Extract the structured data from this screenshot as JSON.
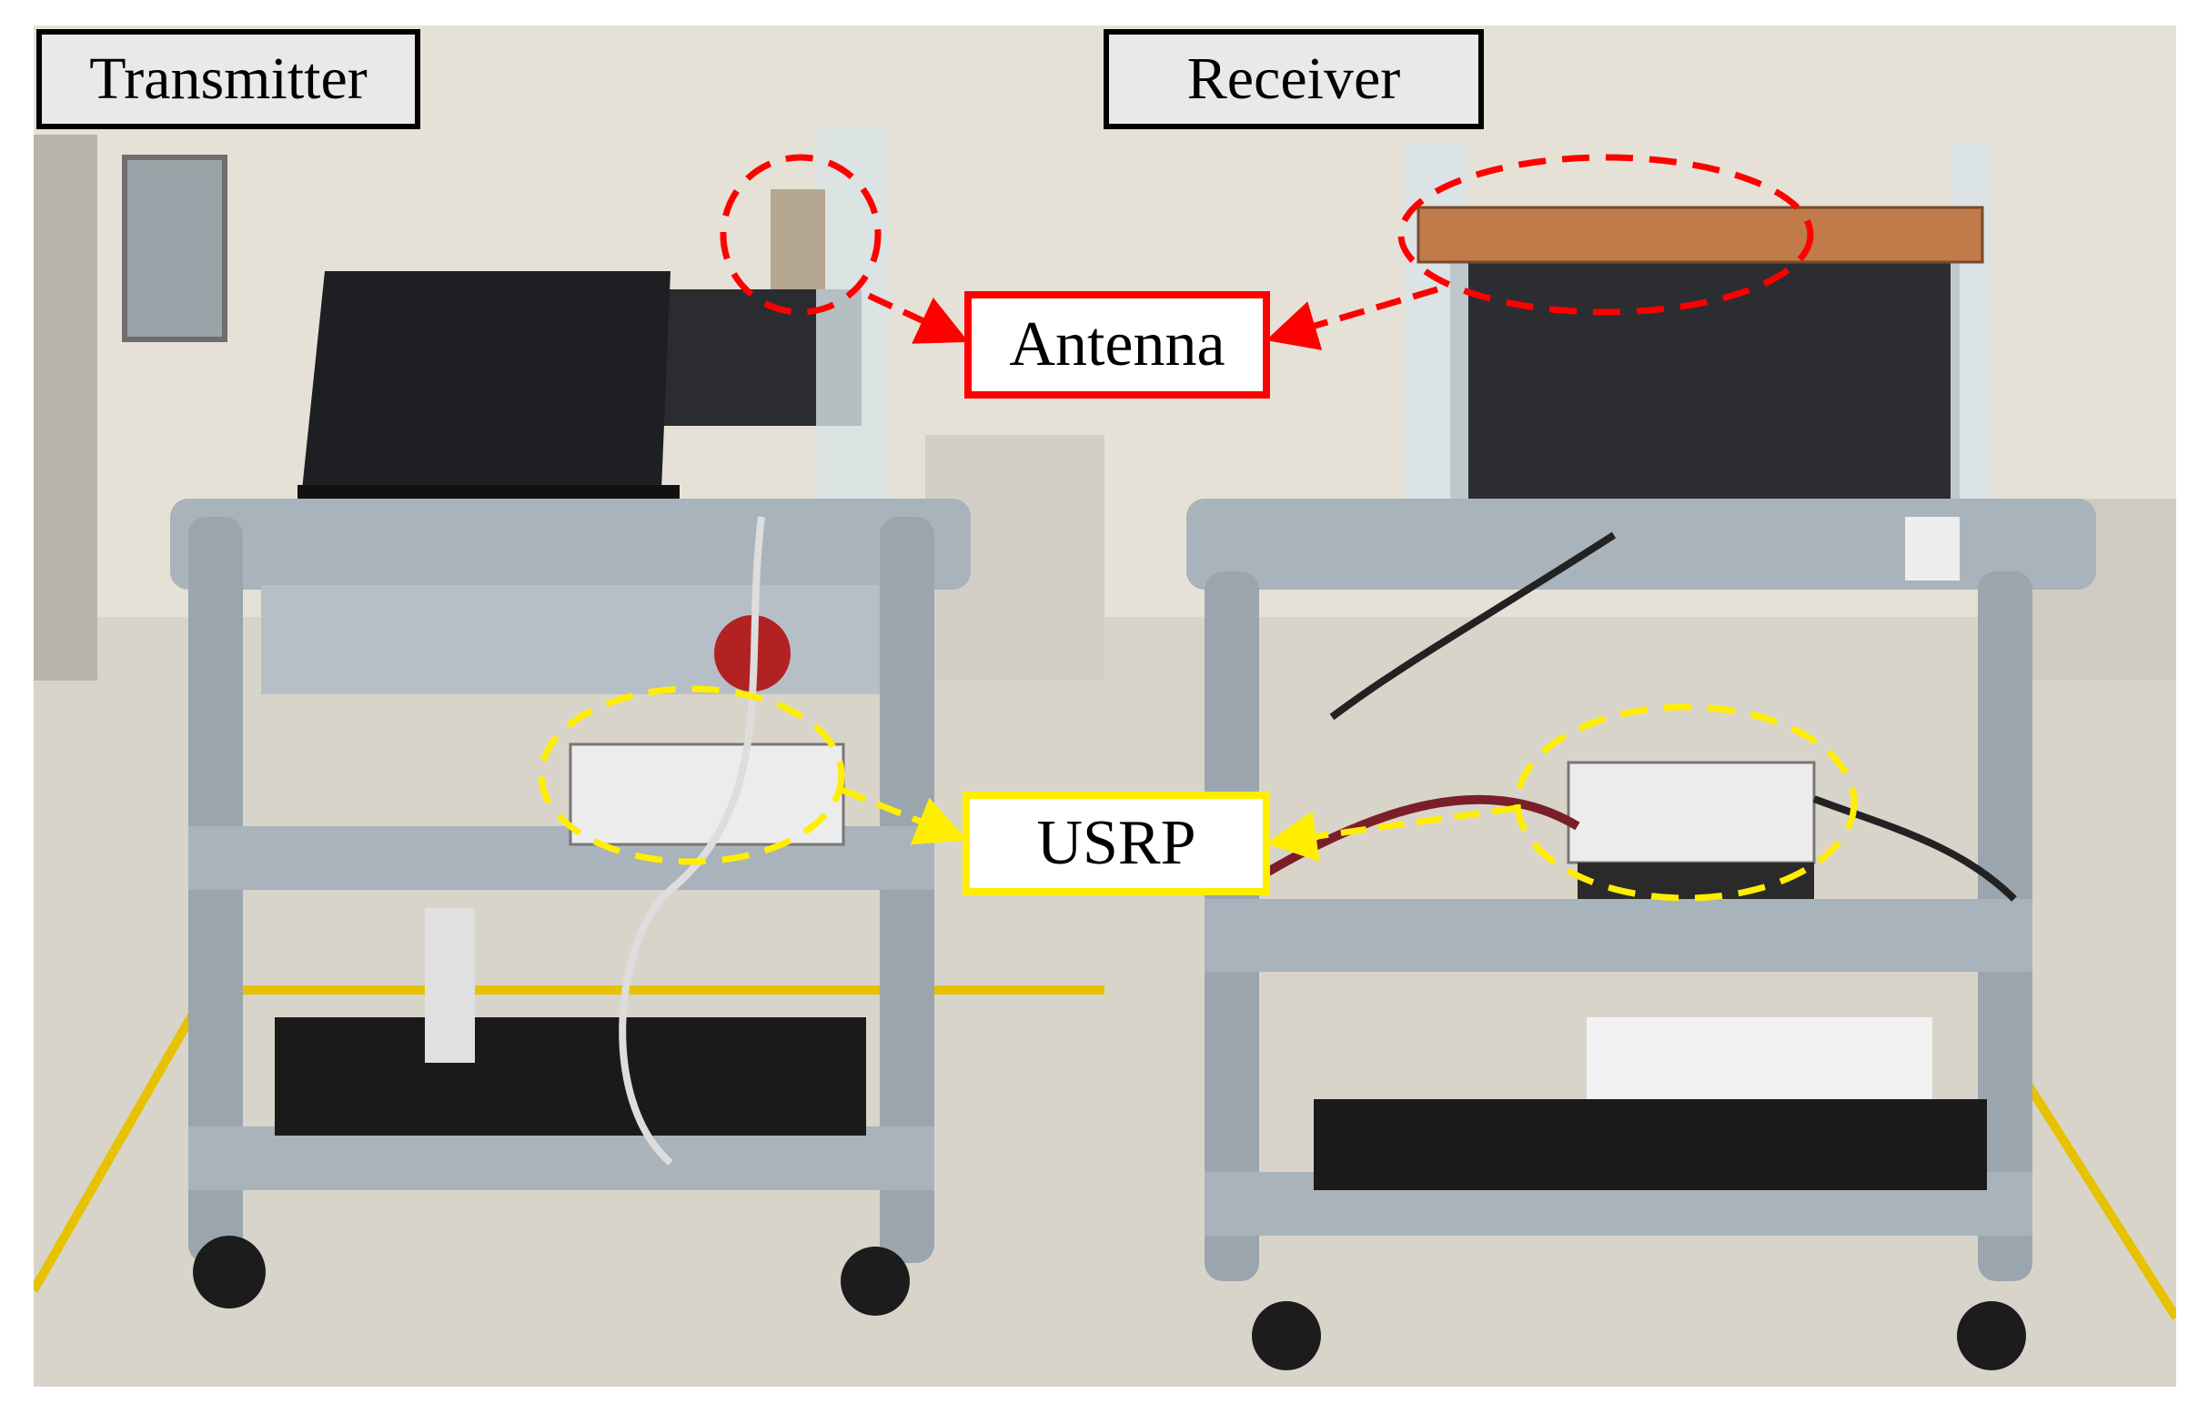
{
  "labels": {
    "transmitter": "Transmitter",
    "receiver": "Receiver"
  },
  "callouts": {
    "antenna": "Antenna",
    "usrp": "USRP"
  },
  "colors": {
    "antenna_highlight": "#ff0000",
    "usrp_highlight": "#ffee00",
    "label_border": "#000000"
  }
}
